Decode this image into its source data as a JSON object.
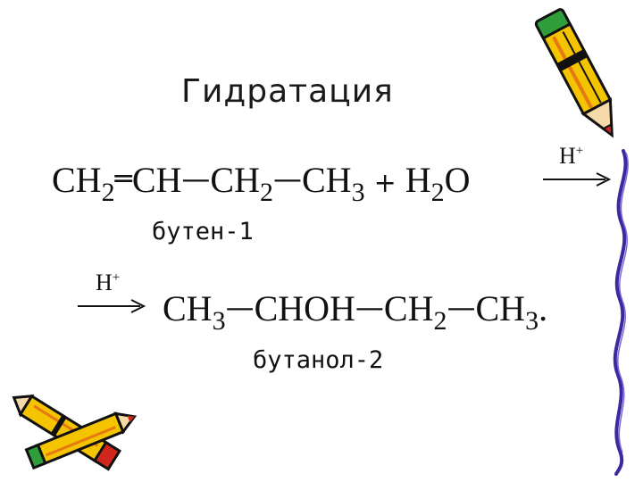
{
  "slide": {
    "title": "Гидратация",
    "equation1": {
      "p1": "CH",
      "s1": "2",
      "b1": "═",
      "p2": "CH",
      "b2": "—",
      "p3": "CH",
      "s3": "2",
      "b3": "—",
      "p4": "CH",
      "s4": "3",
      "plus": "+",
      "p5": "H",
      "s5": "2",
      "p6": "O"
    },
    "reactant_name": "бутен-1",
    "catalyst": {
      "base": "H",
      "charge": "+"
    },
    "equation2": {
      "p1": "CH",
      "s1": "3",
      "b1": "—",
      "p2": "CHOH",
      "b2": "—",
      "p3": "CH",
      "s3": "2",
      "b3": "—",
      "p4": "CH",
      "s4": "3",
      "end": "."
    },
    "product_name": "бутанол-2"
  },
  "colors": {
    "text": "#111111",
    "pencil_yellow": "#f5c400",
    "pencil_orange": "#e57a12",
    "pencil_red": "#d0261c",
    "cap_green": "#2f9e3a",
    "squiggle_purple": "#3a2aa0"
  },
  "icons": [
    "pencil-icon",
    "crayons-icon",
    "squiggle-line"
  ]
}
